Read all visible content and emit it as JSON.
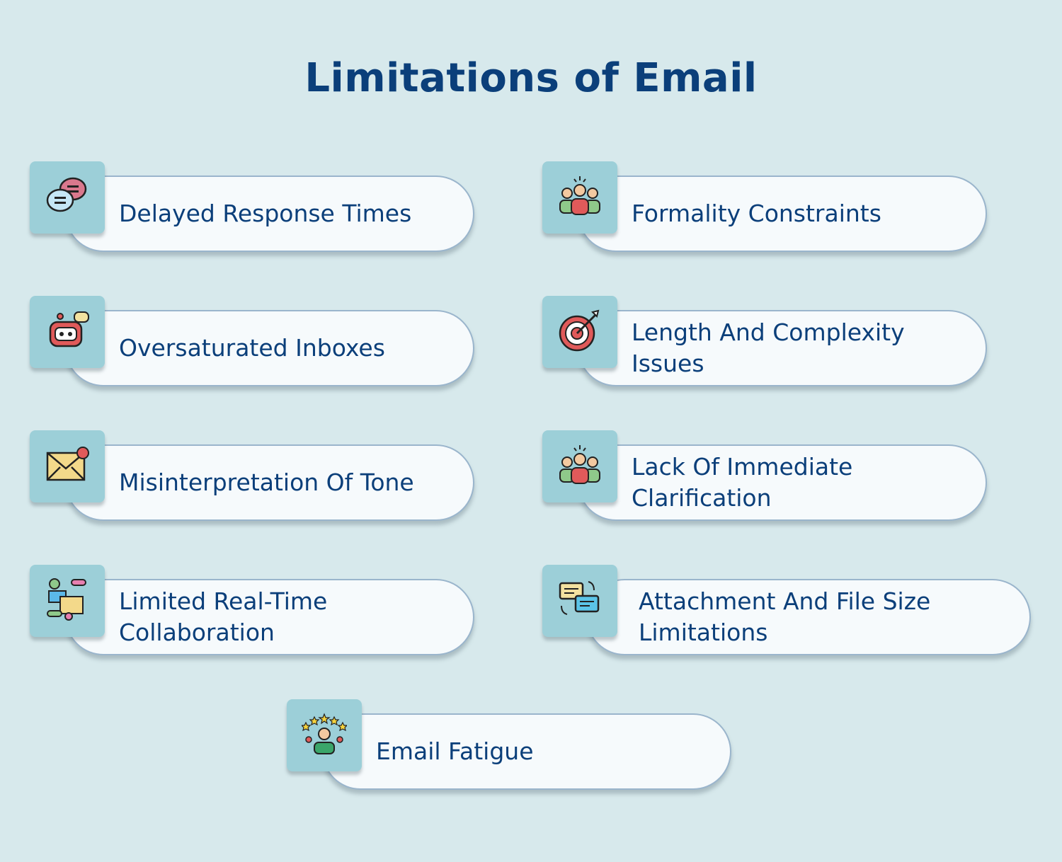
{
  "title": "Limitations of Email",
  "items": [
    {
      "label": "Delayed Response Times",
      "icon": "chat-bubbles-icon"
    },
    {
      "label": "Formality Constraints",
      "icon": "team-icon"
    },
    {
      "label": "Oversaturated Inboxes",
      "icon": "robot-icon"
    },
    {
      "label": "Length And Complexity Issues",
      "icon": "target-icon"
    },
    {
      "label": "Misinterpretation Of Tone",
      "icon": "envelope-notification-icon"
    },
    {
      "label": "Lack Of Immediate Clarification",
      "icon": "team-icon"
    },
    {
      "label": "Limited Real-Time Collaboration",
      "icon": "collaboration-icon"
    },
    {
      "label": "Attachment And File Size Limitations",
      "icon": "message-exchange-icon"
    },
    {
      "label": "Email Fatigue",
      "icon": "rating-person-icon"
    }
  ],
  "colors": {
    "background": "#d7e9ec",
    "text": "#0b3f7a",
    "icon_box": "#9ccfd8",
    "card": "#f6fafc"
  }
}
